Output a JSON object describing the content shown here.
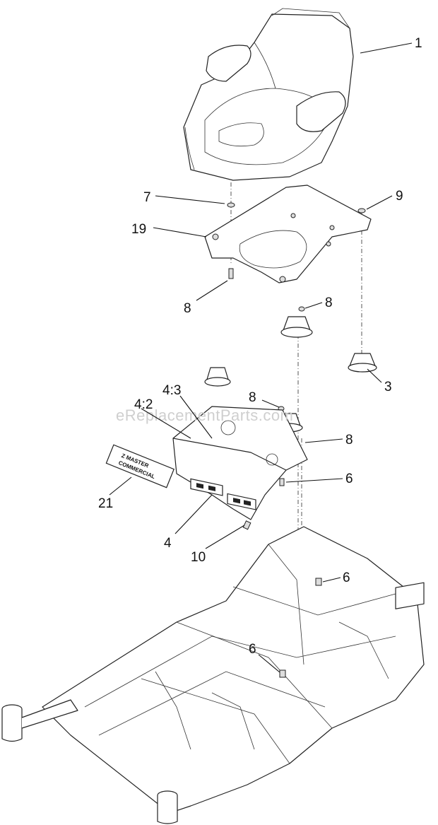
{
  "watermark": "eReplacementParts.com",
  "decal_text": {
    "line1": "Z MASTER",
    "line2": "COMMERCIAL"
  },
  "callouts": [
    {
      "id": "c1",
      "label": "1"
    },
    {
      "id": "c7",
      "label": "7"
    },
    {
      "id": "c9",
      "label": "9"
    },
    {
      "id": "c19",
      "label": "19"
    },
    {
      "id": "c8a",
      "label": "8"
    },
    {
      "id": "c8b",
      "label": "8"
    },
    {
      "id": "c3",
      "label": "3"
    },
    {
      "id": "c43",
      "label": "4:3"
    },
    {
      "id": "c42",
      "label": "4:2"
    },
    {
      "id": "c8c",
      "label": "8"
    },
    {
      "id": "c8d",
      "label": "8"
    },
    {
      "id": "c6a",
      "label": "6"
    },
    {
      "id": "c21",
      "label": "21"
    },
    {
      "id": "c4",
      "label": "4"
    },
    {
      "id": "c10",
      "label": "10"
    },
    {
      "id": "c6b",
      "label": "6"
    },
    {
      "id": "c6c",
      "label": "6"
    }
  ]
}
